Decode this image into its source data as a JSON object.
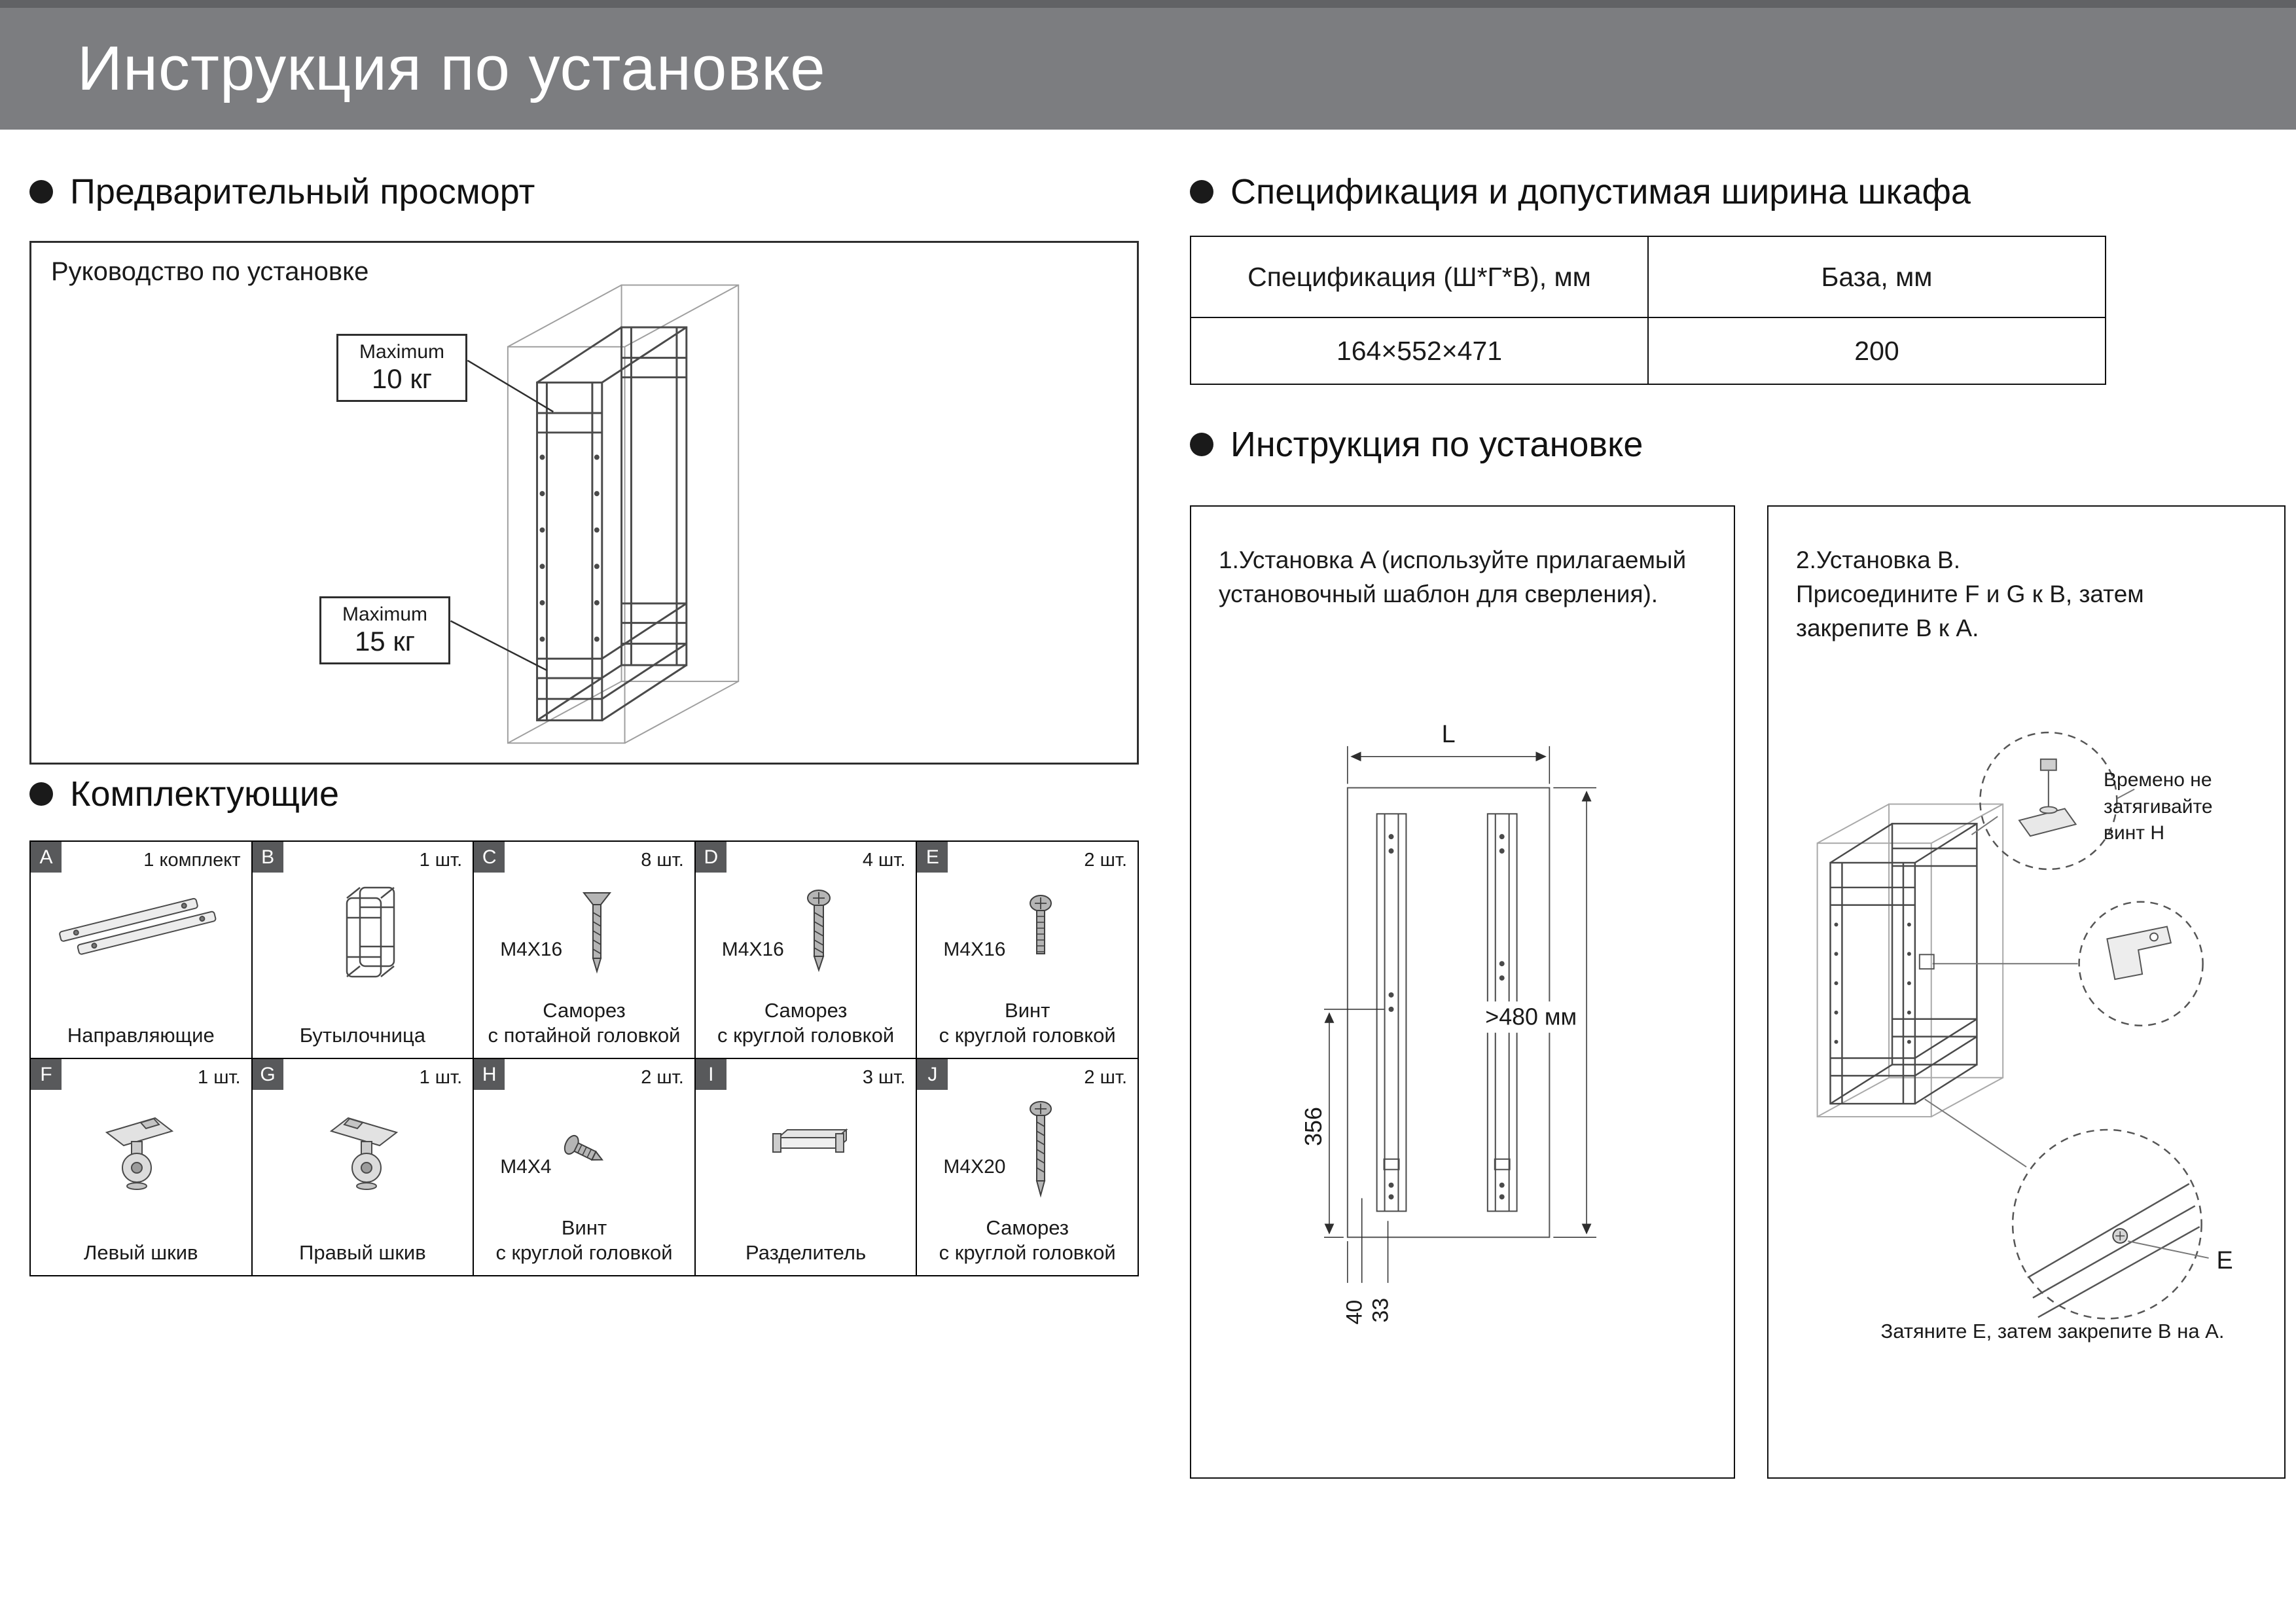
{
  "header": {
    "title": "Инструкция по установке"
  },
  "colors": {
    "header_bg": "#7c7d80",
    "badge_bg": "#58595b",
    "text": "#1a1a1a"
  },
  "preview": {
    "heading": "Предварительный просморт",
    "box_title": "Руководство по установке",
    "label1_line1": "Maximum",
    "label1_line2": "10 кг",
    "label2_line1": "Maximum",
    "label2_line2": "15 кг"
  },
  "components": {
    "heading": "Комплектующие",
    "items": [
      {
        "letter": "A",
        "qty": "1 комплект",
        "size": "",
        "caption": "Направляющие"
      },
      {
        "letter": "B",
        "qty": "1 шт.",
        "size": "",
        "caption": "Бутылочница"
      },
      {
        "letter": "C",
        "qty": "8 шт.",
        "size": "M4X16",
        "caption": "Саморез\nс потайной головкой"
      },
      {
        "letter": "D",
        "qty": "4 шт.",
        "size": "M4X16",
        "caption": "Саморез\nс круглой головкой"
      },
      {
        "letter": "E",
        "qty": "2 шт.",
        "size": "M4X16",
        "caption": "Винт\nс круглой головкой"
      },
      {
        "letter": "F",
        "qty": "1 шт.",
        "size": "",
        "caption": "Левый шкив"
      },
      {
        "letter": "G",
        "qty": "1 шт.",
        "size": "",
        "caption": "Правый шкив"
      },
      {
        "letter": "H",
        "qty": "2 шт.",
        "size": "M4X4",
        "caption": "Винт\nс круглой головкой"
      },
      {
        "letter": "I",
        "qty": "3 шт.",
        "size": "",
        "caption": "Разделитель"
      },
      {
        "letter": "J",
        "qty": "2 шт.",
        "size": "M4X20",
        "caption": "Саморез\nс круглой головкой"
      }
    ]
  },
  "spec": {
    "heading": "Спецификация и допустимая ширина шкафа",
    "col1": "Спецификация (Ш*Г*В), мм",
    "col2": "База, мм",
    "val1": "164×552×471",
    "val2": "200"
  },
  "install": {
    "heading": "Инструкция по установке",
    "step1_text": "1.Установка A (используйте прилагаемый установочный шаблон для сверления).",
    "dim_L": "L",
    "dim_480": ">480 мм",
    "dim_356": "356",
    "dim_40": "40",
    "dim_33": "33",
    "step2_line1": "2.Установка B.",
    "step2_line2": "Присоедините F и G к B, затем закрепите B к A.",
    "callout": "Времено не затягивайте\nвинт H",
    "label_E": "E",
    "step2_footer": "Затяните E, затем закрепите B на A."
  }
}
